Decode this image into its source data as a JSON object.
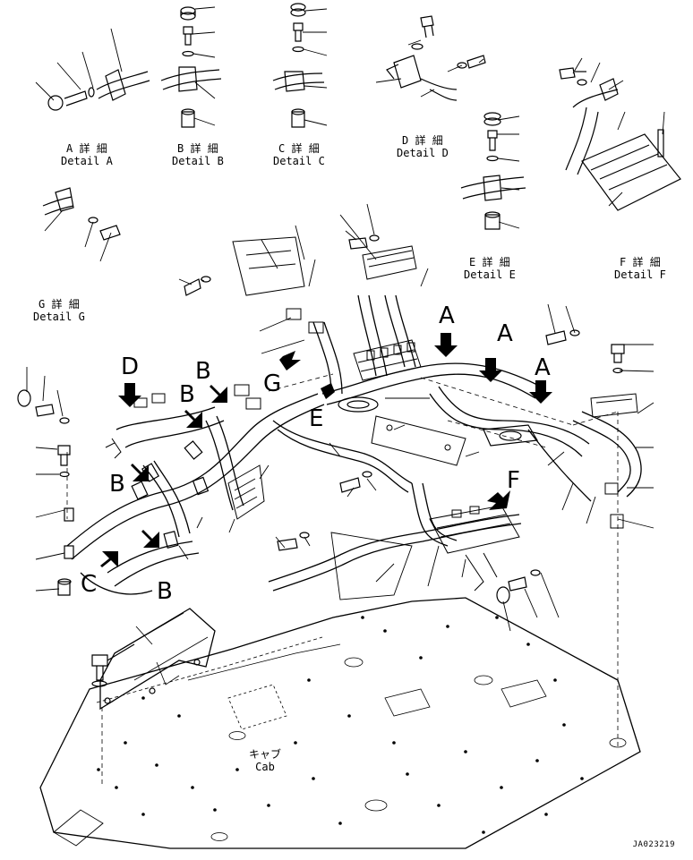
{
  "details": {
    "a": {
      "jp": "A 詳 細",
      "en": "Detail A"
    },
    "b": {
      "jp": "B 詳 細",
      "en": "Detail B"
    },
    "c": {
      "jp": "C 詳 細",
      "en": "Detail C"
    },
    "d": {
      "jp": "D 詳 細",
      "en": "Detail D"
    },
    "e": {
      "jp": "E 詳 細",
      "en": "Detail E"
    },
    "f": {
      "jp": "F 詳 細",
      "en": "Detail F"
    },
    "g": {
      "jp": "G 詳 細",
      "en": "Detail G"
    }
  },
  "callouts": {
    "a1": "A",
    "a2": "A",
    "a3": "A",
    "b1": "B",
    "b2": "B",
    "b3": "B",
    "b4": "B",
    "c1": "C",
    "d1": "D",
    "e1": "E",
    "f1": "F",
    "g1": "G"
  },
  "cab": {
    "jp": "キャブ",
    "en": "Cab"
  },
  "figure_id": "JA023219"
}
